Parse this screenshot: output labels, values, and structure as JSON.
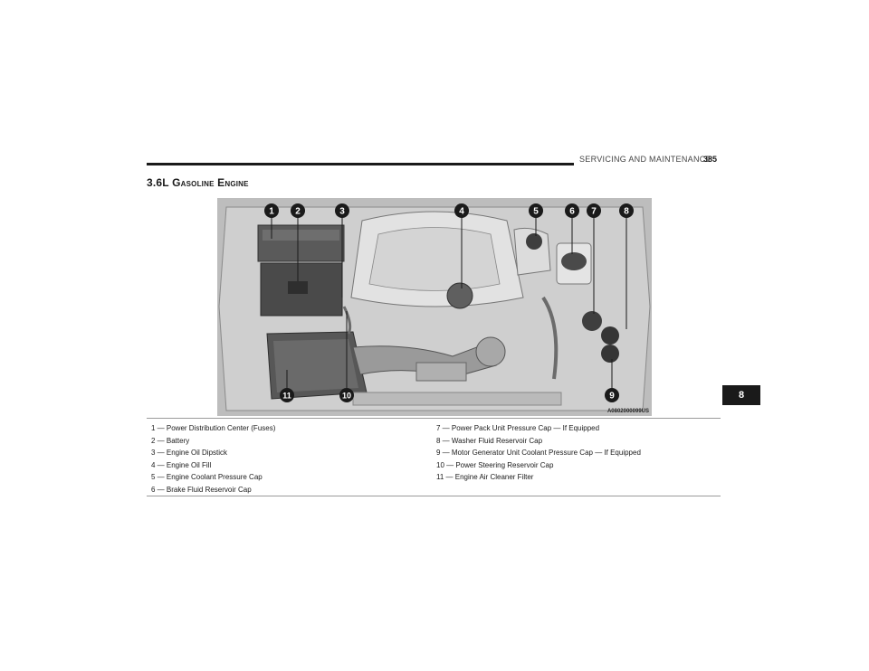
{
  "header": {
    "section": "SERVICING AND MAINTENANCE",
    "page": "385"
  },
  "title": "3.6L Gasoline Engine",
  "figure": {
    "callouts": [
      "1",
      "2",
      "3",
      "4",
      "5",
      "6",
      "7",
      "8",
      "9",
      "10",
      "11"
    ],
    "id": "A0802000099US"
  },
  "legend": {
    "left": [
      "1 — Power Distribution Center (Fuses)",
      "2 — Battery",
      "3 — Engine Oil Dipstick",
      "4 — Engine Oil Fill",
      "5 — Engine Coolant Pressure Cap",
      "6 — Brake Fluid Reservoir Cap"
    ],
    "right": [
      "7 — Power Pack Unit Pressure Cap — If Equipped",
      "8 — Washer Fluid Reservoir Cap",
      "9 — Motor Generator Unit Coolant Pressure Cap — If Equipped",
      "10 — Power Steering Reservoir Cap",
      "11 — Engine Air Cleaner Filter"
    ]
  },
  "side_tab": "8"
}
